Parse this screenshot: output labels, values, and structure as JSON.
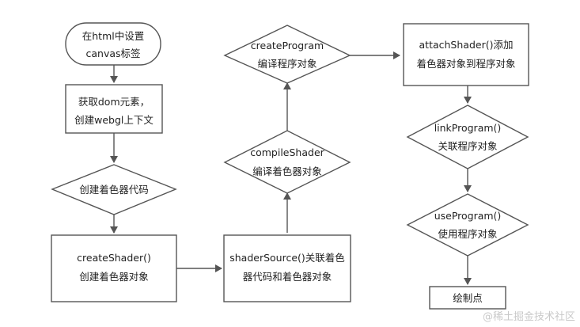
{
  "nodes": {
    "set_canvas": {
      "line1": "在html中设置",
      "line2": "canvas标签"
    },
    "get_dom": {
      "line1": "获取dom元素，",
      "line2": "创建webgl上下文"
    },
    "create_shader_code": {
      "line1": "创建着色器代码"
    },
    "create_shader": {
      "line1": "createShader()",
      "line2": "创建着色器对象"
    },
    "shader_source": {
      "line1": "shaderSource()关联着色",
      "line2": "器代码和着色器对象"
    },
    "compile_shader": {
      "line1": "compileShader",
      "line2": "编译着色器对象"
    },
    "create_program": {
      "line1": "createProgram",
      "line2": "编译程序对象"
    },
    "attach_shader": {
      "line1": "attachShader()添加",
      "line2": "着色器对象到程序对象"
    },
    "link_program": {
      "line1": "linkProgram()",
      "line2": "关联程序对象"
    },
    "use_program": {
      "line1": "useProgram()",
      "line2": "使用程序对象"
    },
    "draw_point": {
      "line1": "绘制点"
    }
  },
  "watermark": "@稀土掘金技术社区"
}
